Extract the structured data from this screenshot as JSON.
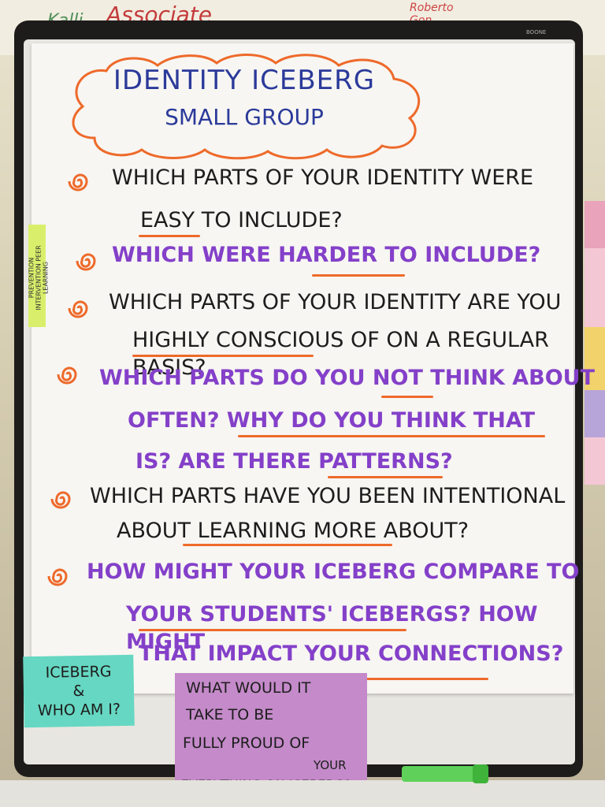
{
  "top_scribbles": [
    "Kalli",
    "Associate",
    "Roberto",
    "Gon"
  ],
  "brand": "BOONE",
  "title": {
    "line1": "IDENTITY ICEBERG",
    "line2": "SMALL GROUP"
  },
  "questions": [
    {
      "lines": [
        "WHICH PARTS OF YOUR IDENTITY WERE",
        "EASY TO INCLUDE?"
      ],
      "color": "black"
    },
    {
      "lines": [
        "WHICH WERE HARDER TO INCLUDE?"
      ],
      "color": "purple"
    },
    {
      "lines": [
        "WHICH PARTS OF YOUR IDENTITY ARE YOU",
        "HIGHLY CONSCIOUS OF ON A REGULAR BASIS?"
      ],
      "color": "black"
    },
    {
      "lines": [
        "WHICH PARTS DO YOU NOT THINK ABOUT",
        "OFTEN? WHY DO YOU THINK THAT",
        "IS? ARE THERE PATTERNS?"
      ],
      "color": "purple"
    },
    {
      "lines": [
        "WHICH PARTS HAVE YOU BEEN INTENTIONAL",
        "ABOUT LEARNING MORE ABOUT?"
      ],
      "color": "black"
    },
    {
      "lines": [
        "HOW MIGHT YOUR ICEBERG COMPARE TO",
        "YOUR STUDENTS' ICEBERGS? HOW MIGHT",
        "THAT IMPACT YOUR CONNECTIONS?"
      ],
      "color": "purple"
    }
  ],
  "side_note": "PREVENTION INTERVENTION PEER LEARNING",
  "sticky_teal": {
    "line1": "ICEBERG",
    "line2": "&",
    "line3": "WHO AM I?"
  },
  "sticky_purple": {
    "line1": "WHAT WOULD IT",
    "line2": "TAKE TO BE",
    "line3": "FULLY PROUD OF",
    "line4": "YOUR",
    "line5": "EVERYTHING ON ICEBERG?"
  },
  "colors": {
    "title_blue": "#2b3a9a",
    "accent_orange": "#ee6a2b",
    "marker_purple": "#8440c9",
    "marker_black": "#1d1d1d",
    "sticky_teal": "#66d7c2",
    "sticky_purple": "#c48ac9"
  }
}
